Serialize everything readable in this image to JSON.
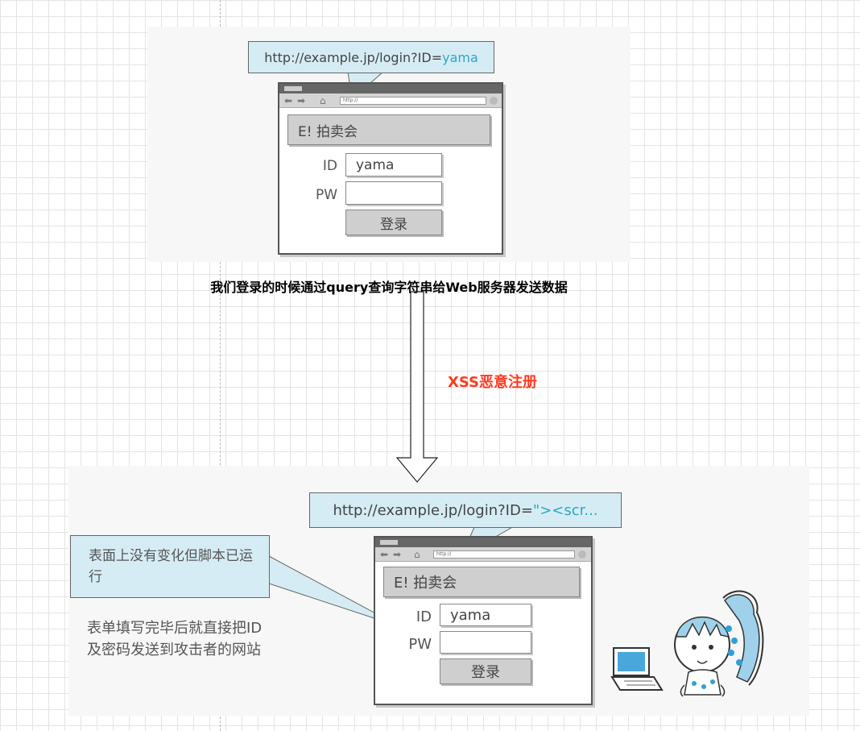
{
  "top": {
    "url_prefix": "http://example.jp/login?ID=",
    "url_value": "yama",
    "addr_text": "http://",
    "site_title": "E! 拍卖会",
    "id_label": "ID",
    "id_value": "yama",
    "pw_label": "PW",
    "pw_value": "",
    "login_button": "登录"
  },
  "caption": "我们登录的时候通过query查询字符串给Web服务器发送数据",
  "arrow_label": "XSS恶意注册",
  "bottom": {
    "url_prefix": "http://example.jp/login?ID=",
    "url_value": "\"><scr...",
    "addr_text": "http://",
    "site_title": "E! 拍卖会",
    "id_label": "ID",
    "id_value": "yama",
    "pw_label": "PW",
    "pw_value": "",
    "login_button": "登录",
    "note_bubble": "表面上没有变化但脚本已运行",
    "description": "表单填写完毕后就直接把ID及密码发送到攻击者的网站"
  },
  "colors": {
    "bubble_fill": "#d6ecf5",
    "url_highlight": "#29a8c8",
    "xss_label": "#ff3b1f"
  }
}
